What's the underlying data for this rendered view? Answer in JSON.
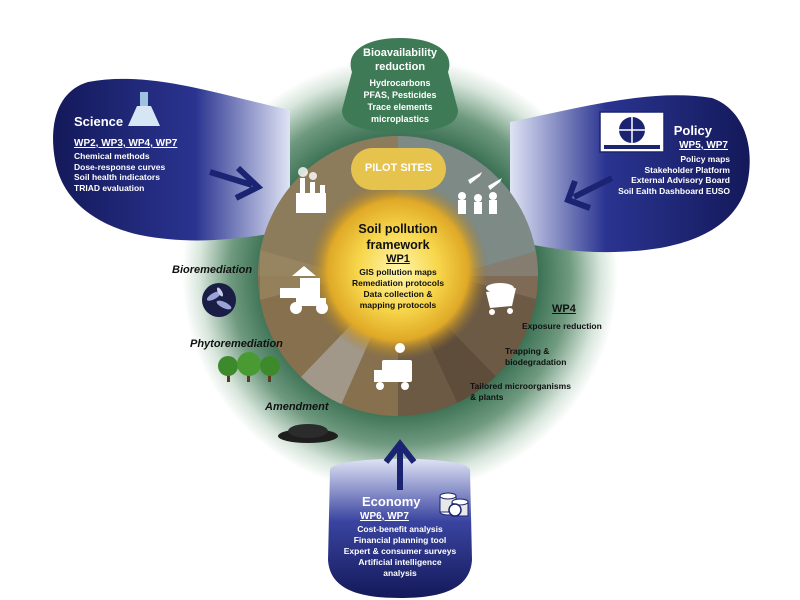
{
  "colors": {
    "navy": "#1b2472",
    "green_dark": "#1f5a3c",
    "bubble_green": "#3e7a55",
    "gold": "#f1c948",
    "pilot_bg": "#e2c24c",
    "arrow": "#1b2472"
  },
  "center": {
    "title_line1": "Soil pollution",
    "title_line2": "framework",
    "wp": "WP1",
    "items": [
      "GIS pollution maps",
      "Remediation protocols",
      "Data collection &",
      "mapping protocols"
    ]
  },
  "pilot_sites": "PILOT SITES",
  "bioavailability": {
    "title_line1": "Bioavailability",
    "title_line2": "reduction",
    "items": [
      "Hydrocarbons",
      "PFAS, Pesticides",
      "Trace elements",
      "microplastics"
    ]
  },
  "science": {
    "title": "Science",
    "wp": "WP2, WP3, WP4, WP7",
    "items": [
      "Chemical methods",
      "Dose-response curves",
      "Soil health indicators",
      "TRIAD evaluation"
    ],
    "icon": "flask-icon"
  },
  "policy": {
    "title": "Policy",
    "wp": "WP5, WP7",
    "items": [
      "Policy maps",
      "Stakeholder Platform",
      "External Advisory Board",
      "Soil Ealth Dashboard EUSO"
    ],
    "icon": "government-building-icon"
  },
  "economy": {
    "title": "Economy",
    "wp": "WP6, WP7",
    "items": [
      "Cost-benefit analysis",
      "Financial planning tool",
      "Expert & consumer surveys",
      "Artificial intelligence",
      "analysis"
    ],
    "icon": "coins-icon"
  },
  "left_labels": {
    "bioremediation": "Bioremediation",
    "phytoremediation": "Phytoremediation",
    "amendment": "Amendment"
  },
  "wp4": {
    "title": "WP4",
    "items": {
      "exposure": "Exposure reduction",
      "trapping_1": "Trapping &",
      "trapping_2": "biodegradation",
      "tailored_1": "Tailored microorganisms",
      "tailored_2": "& plants"
    }
  }
}
